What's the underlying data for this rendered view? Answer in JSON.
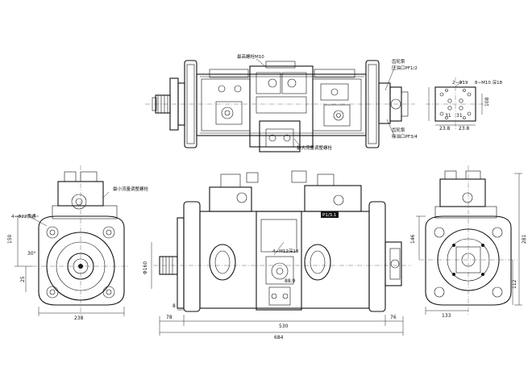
{
  "labels": {
    "top_bolt": "最高螺栓M10",
    "oil_inlet_1": "齿轮泵",
    "oil_inlet_1b": "压油口PF1/2",
    "oil_inlet_2": "齿轮泵",
    "oil_inlet_2b": "吸油口PF3/4",
    "max_flow_adj": "最大流量调整螺栓",
    "min_flow_adj": "最小流量调整螺栓",
    "flange_holes": "4−Φ22贯通",
    "bolt_holes": "4−M12深18",
    "port_holes": "2−Φ19",
    "port_bolts": "8−M10 深18",
    "plate_label": "P1/3.1"
  },
  "dimensions": {
    "d238": "238",
    "d150": "150",
    "d30": "30°",
    "d25": "25",
    "d530": "530",
    "d684": "684",
    "d78": "78",
    "d76": "76",
    "d8": "8",
    "d160": "Φ160",
    "d88_9": "88.9",
    "d146": "146",
    "d281": "281",
    "d112": "112",
    "d133": "133",
    "d108": "108",
    "d31a": "31",
    "d31b": "31",
    "d23_8a": "23.8",
    "d23_8b": "23.8"
  }
}
